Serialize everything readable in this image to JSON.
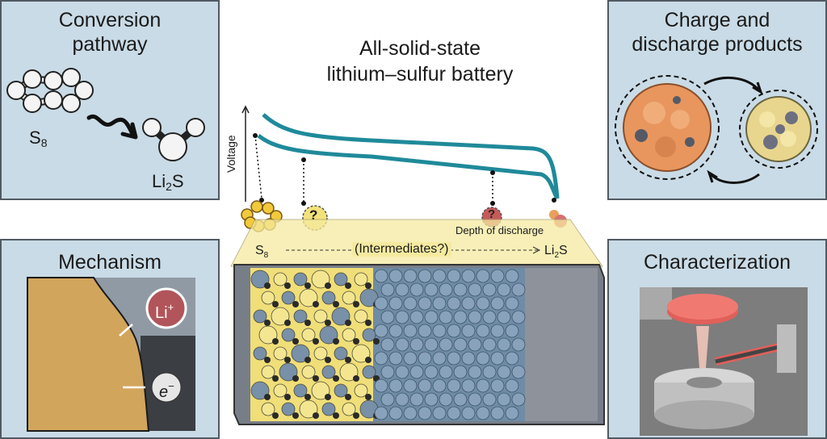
{
  "main": {
    "title_line1": "All-solid-state",
    "title_line2": "lithium–sulfur battery",
    "voltage_label": "Voltage",
    "depth_label": "Depth of discharge",
    "s8_base": "S",
    "s8_sub": "8",
    "intermediates_label": "(Intermediates?)",
    "li2s_base": "Li",
    "li2s_sub": "2",
    "li2s_tail": "S",
    "question_mark": "?"
  },
  "panels": {
    "conversion": {
      "title_line1": "Conversion",
      "title_line2": "pathway",
      "s8_base": "S",
      "s8_sub": "8",
      "li2s_base": "Li",
      "li2s_sub": "2",
      "li2s_tail": "S"
    },
    "charge": {
      "title_line1": "Charge and",
      "title_line2": "discharge products"
    },
    "mechanism": {
      "title": "Mechanism",
      "li_base": "Li",
      "li_sup": "+",
      "e_base": "e",
      "e_sup": "−"
    },
    "characterization": {
      "title": "Characterization"
    }
  },
  "colors": {
    "panel_bg": "#c9dbe6",
    "curve": "#1f8a9a",
    "sulfur_yellow": "#f2e27a",
    "electrolyte_blue": "#6f8ca6",
    "cathode_tan": "#d2a55c",
    "particle_orange": "#e8965e"
  }
}
